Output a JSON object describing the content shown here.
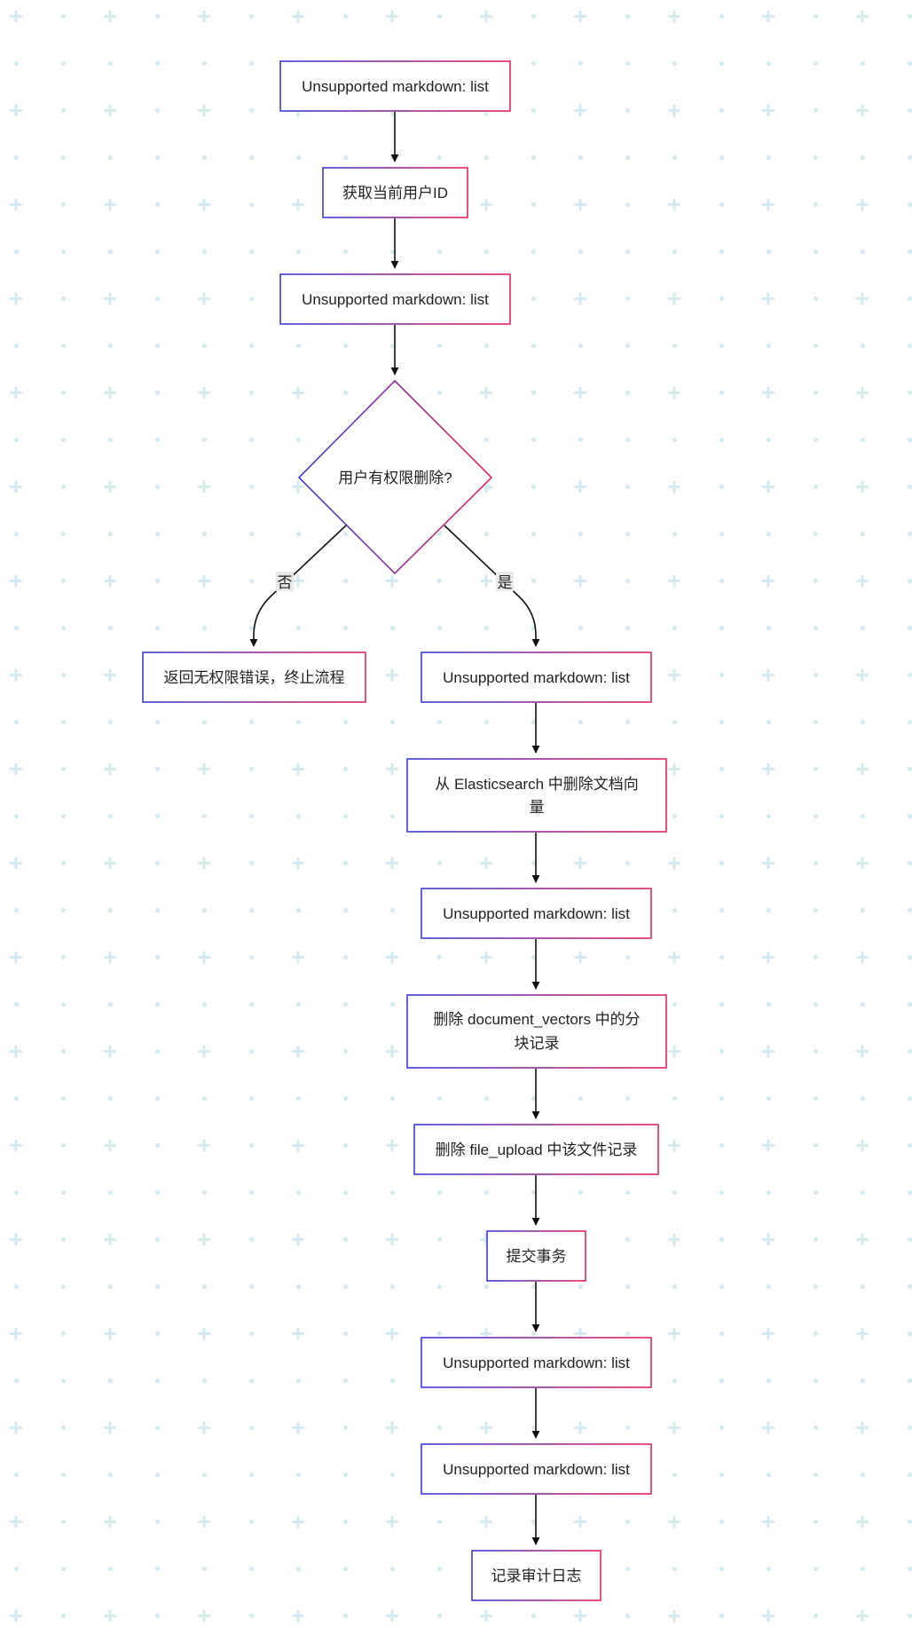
{
  "colors": {
    "background": "#ffffff",
    "grid_pattern": "#d3eaf1",
    "node_border_start": "#3b3bd6",
    "node_border_end": "#e8245f",
    "edge": "#111111",
    "text": "#222222"
  },
  "nodes": {
    "n1": "Unsupported markdown: list",
    "n2": "获取当前用户ID",
    "n3": "Unsupported markdown: list",
    "n4": "用户有权限删除?",
    "n5": "返回无权限错误，终止流程",
    "n6": "Unsupported markdown: list",
    "n7_line1": "从 Elasticsearch 中删除文档向",
    "n7_line2": "量",
    "n8": "Unsupported markdown: list",
    "n9_line1": "删除 document_vectors 中的分",
    "n9_line2": "块记录",
    "n10": "删除 file_upload 中该文件记录",
    "n11": "提交事务",
    "n12": "Unsupported markdown: list",
    "n13": "Unsupported markdown: list",
    "n14": "记录审计日志"
  },
  "edges": {
    "no_label": "否",
    "yes_label": "是"
  }
}
